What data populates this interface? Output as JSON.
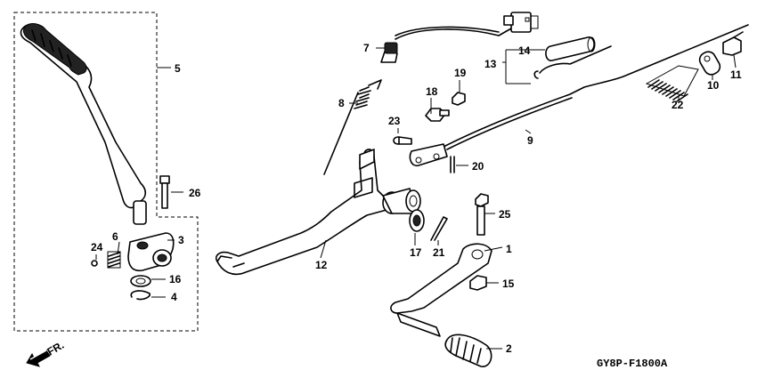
{
  "callouts": {
    "p1": "1",
    "p2": "2",
    "p3": "3",
    "p4": "4",
    "p5": "5",
    "p6": "6",
    "p7": "7",
    "p8": "8",
    "p9": "9",
    "p10": "10",
    "p11": "11",
    "p12": "12",
    "p13": "13",
    "p14": "14",
    "p15": "15",
    "p16": "16",
    "p17": "17",
    "p18": "18",
    "p19": "19",
    "p20": "20",
    "p21": "21",
    "p22": "22",
    "p23": "23",
    "p24": "24",
    "p25": "25",
    "p26": "26"
  },
  "direction_label": "FR.",
  "figure_code": "GY8P-F1800A",
  "colors": {
    "line": "#000000",
    "background": "#ffffff"
  }
}
